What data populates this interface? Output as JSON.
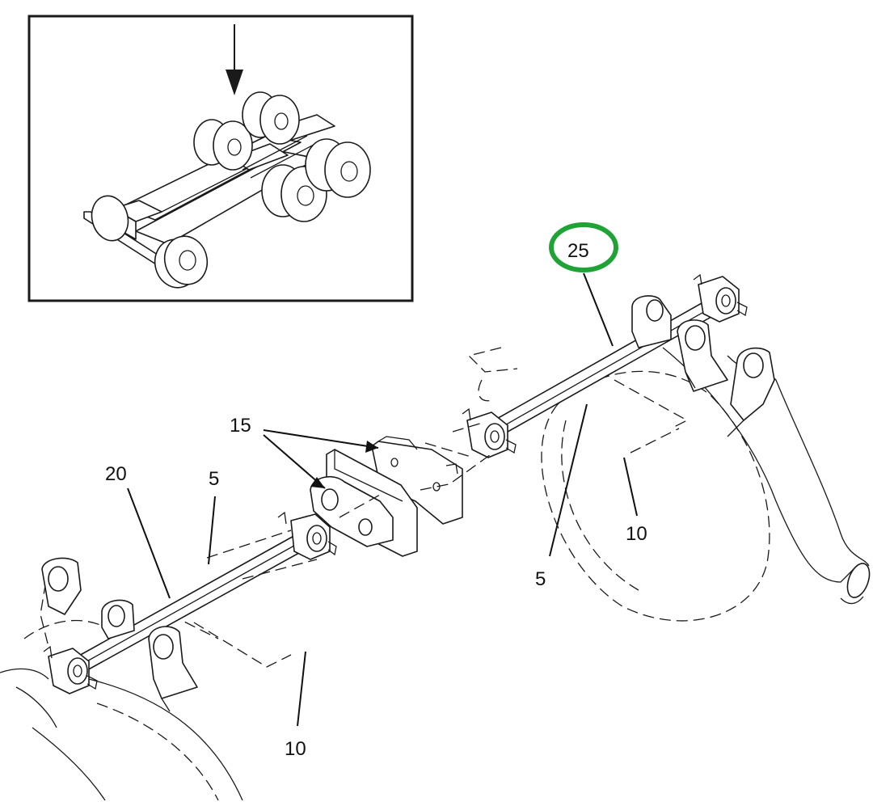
{
  "callouts": {
    "c25": "25",
    "c15": "15",
    "c20": "20",
    "c5_left": "5",
    "c5_right": "5",
    "c10_right": "10",
    "c10_bottom": "10"
  },
  "colors": {
    "line": "#1a1a1a",
    "highlight_ring": "#1fa336",
    "background": "#ffffff"
  },
  "icons": {
    "location_arrow": "arrow-down-icon"
  }
}
